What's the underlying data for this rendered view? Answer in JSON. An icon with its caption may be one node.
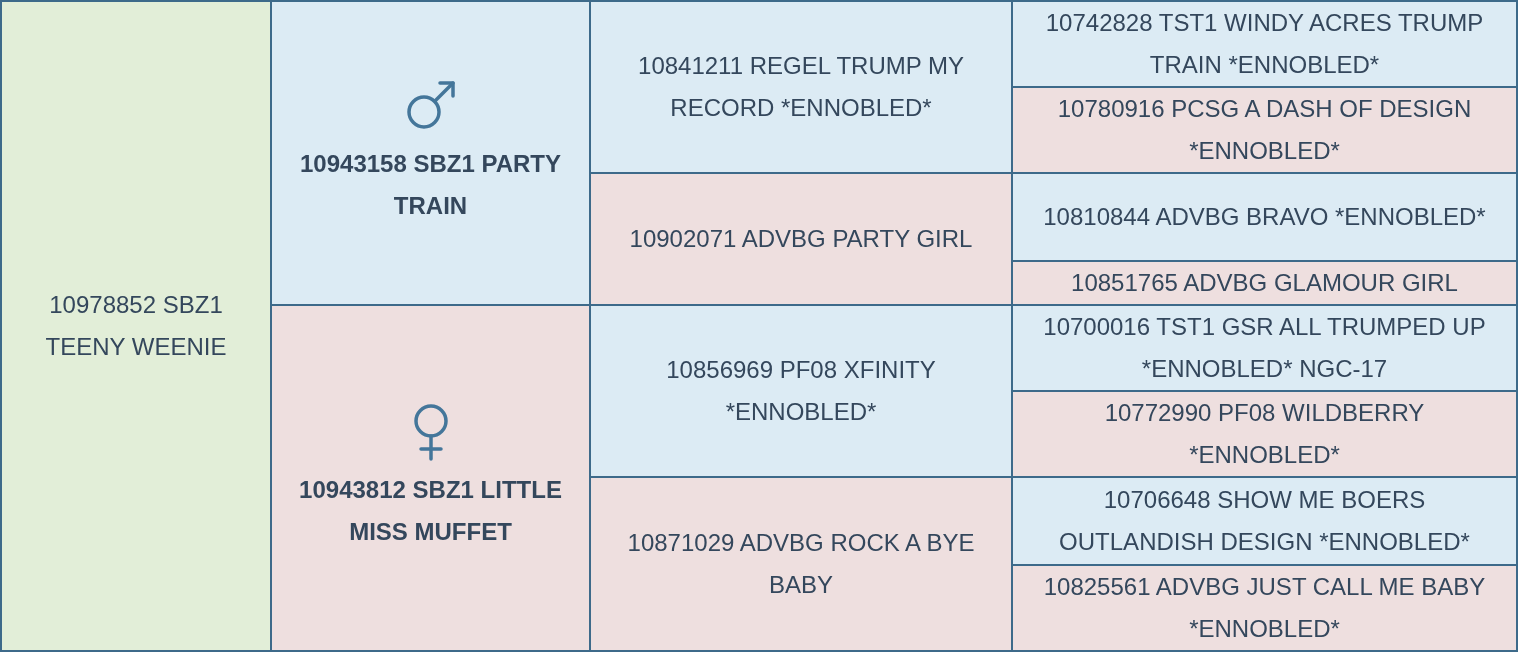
{
  "diagram": {
    "nodes": [
      {
        "text": [
          "10978852 SBZ1 TEENY WEENIE"
        ]
      },
      {
        "text": [
          "10943158 SBZ1 PARTY TRAIN"
        ]
      },
      {
        "text": [
          "10943812 SBZ1 LITTLE MISS MUFFET"
        ]
      },
      {
        "text": [
          "10841211 REGEL TRUMP MY RECORD *ENNOBLED*"
        ]
      },
      {
        "text": [
          "10902071 ADVBG PARTY GIRL"
        ]
      },
      {
        "text": [
          "10856969 PF08 XFINITY *ENNOBLED*"
        ]
      },
      {
        "text": [
          "10871029 ADVBG ROCK A BYE BABY"
        ]
      },
      {
        "text": [
          "10742828 TST1 WINDY ACRES TRUMP TRAIN *ENNOBLED*"
        ]
      },
      {
        "text": [
          "10780916 PCSG A DASH OF DESIGN *ENNOBLED*"
        ]
      },
      {
        "text": [
          "10810844 ADVBG BRAVO *ENNOBLED*"
        ]
      },
      {
        "text": [
          "10851765 ADVBG GLAMOUR GIRL"
        ]
      },
      {
        "text": [
          "10700016 TST1 GSR ALL TRUMPED UP *ENNOBLED* NGC-17"
        ]
      },
      {
        "text": [
          "10772990 PF08 WILDBERRY *ENNOBLED*"
        ]
      },
      {
        "text": [
          "10706648 SHOW ME BOERS OUTLANDISH DESIGN *ENNOBLED*"
        ]
      },
      {
        "text": [
          "10825561 ADVBG JUST CALL ME BABY *ENNOBLED*"
        ]
      }
    ]
  }
}
